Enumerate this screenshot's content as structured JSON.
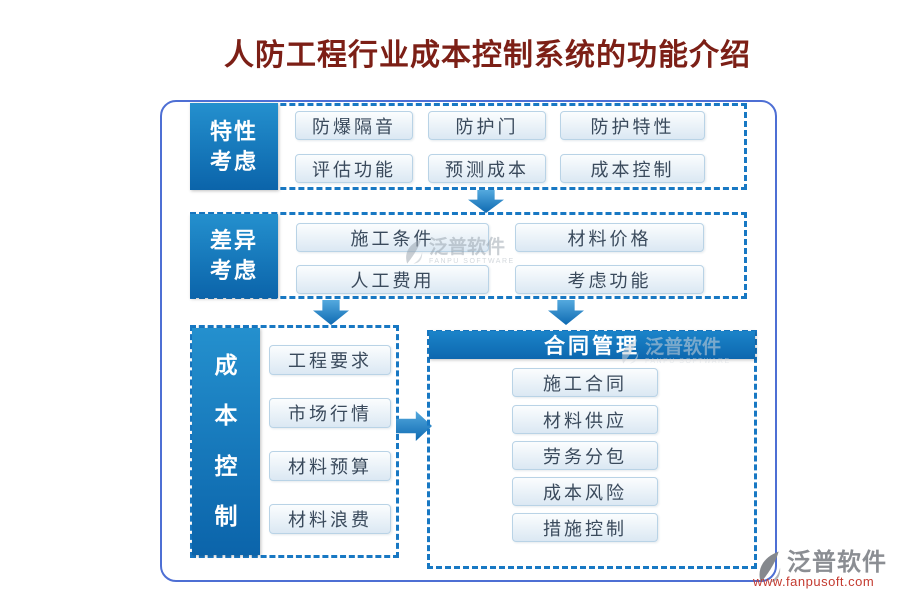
{
  "title": "人防工程行业成本控制系统的功能介绍",
  "brand": {
    "name": "泛普软件",
    "name_en": "FANPU SOFTWARE",
    "url": "www.fanpusoft.com"
  },
  "sections": {
    "feature": {
      "label_line1": "特性",
      "label_line2": "考虑",
      "items": [
        "防爆隔音",
        "防护门",
        "防护特性",
        "评估功能",
        "预测成本",
        "成本控制"
      ]
    },
    "difference": {
      "label_line1": "差异",
      "label_line2": "考虑",
      "items": [
        "施工条件",
        "材料价格",
        "人工费用",
        "考虑功能"
      ]
    },
    "cost": {
      "label": "成本控制",
      "chars": [
        "成",
        "本",
        "控",
        "制"
      ],
      "items": [
        "工程要求",
        "市场行情",
        "材料预算",
        "材料浪费"
      ]
    },
    "contract": {
      "header": "合同管理",
      "items": [
        "施工合同",
        "材料供应",
        "劳务分包",
        "成本风险",
        "措施控制"
      ]
    }
  },
  "colors": {
    "accent_blue": "#0e6ab2",
    "dashed_border": "#1878c3",
    "outer_border": "#4e6fd4",
    "title_color": "#7c1f16",
    "url_red": "#c43b30"
  }
}
